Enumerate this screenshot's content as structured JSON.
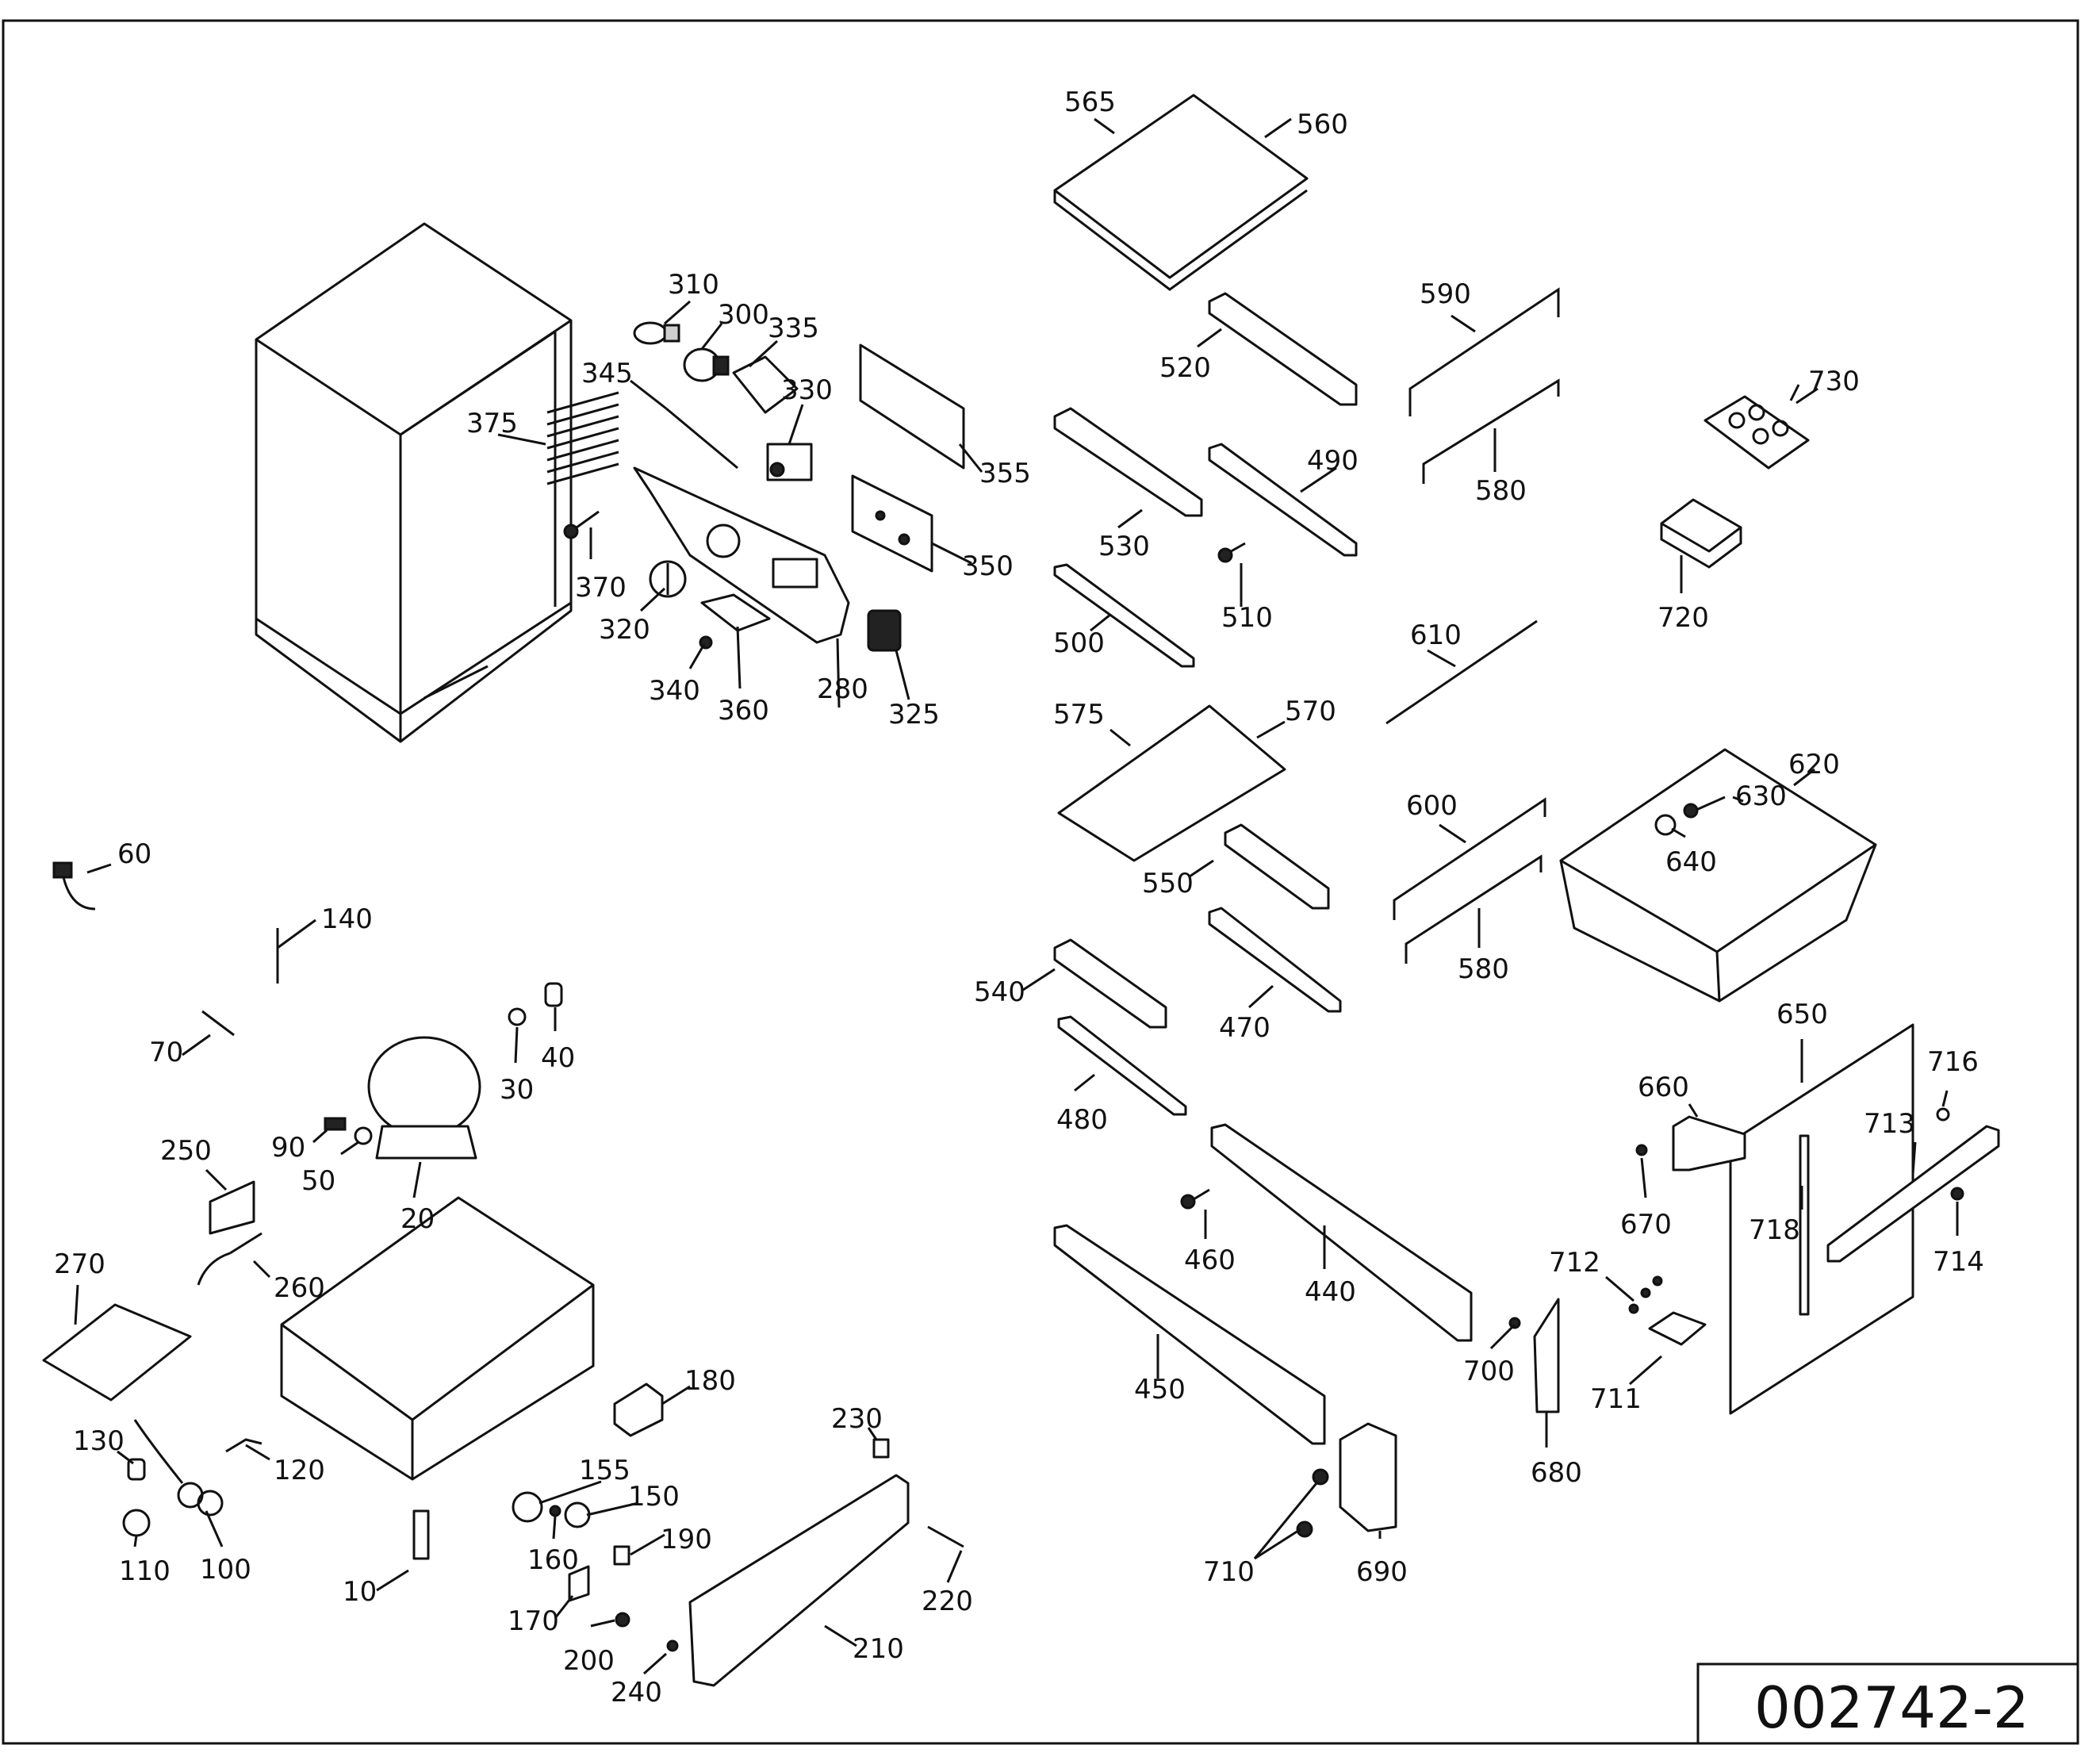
{
  "drawing_number": "002742-2",
  "labels": {
    "l10": "10",
    "l20": "20",
    "l30": "30",
    "l40": "40",
    "l50": "50",
    "l60": "60",
    "l70": "70",
    "l90": "90",
    "l100": "100",
    "l110": "110",
    "l120": "120",
    "l130": "130",
    "l140": "140",
    "l150": "150",
    "l155": "155",
    "l160": "160",
    "l170": "170",
    "l180": "180",
    "l190": "190",
    "l200": "200",
    "l210": "210",
    "l220": "220",
    "l230": "230",
    "l240": "240",
    "l250": "250",
    "l260": "260",
    "l270": "270",
    "l280": "280",
    "l300": "300",
    "l310": "310",
    "l320": "320",
    "l325": "325",
    "l330": "330",
    "l335": "335",
    "l340": "340",
    "l345": "345",
    "l350": "350",
    "l355": "355",
    "l360": "360",
    "l370": "370",
    "l375": "375",
    "l440": "440",
    "l450": "450",
    "l460": "460",
    "l470": "470",
    "l480": "480",
    "l490": "490",
    "l500": "500",
    "l510": "510",
    "l520": "520",
    "l530": "530",
    "l540": "540",
    "l550": "550",
    "l560": "560",
    "l565": "565",
    "l570": "570",
    "l575": "575",
    "l580a": "580",
    "l580b": "580",
    "l590": "590",
    "l600": "600",
    "l610": "610",
    "l620": "620",
    "l630": "630",
    "l640": "640",
    "l650": "650",
    "l660": "660",
    "l670": "670",
    "l680": "680",
    "l690": "690",
    "l700": "700",
    "l710": "710",
    "l711": "711",
    "l712": "712",
    "l713": "713",
    "l714": "714",
    "l716": "716",
    "l718": "718",
    "l720": "720",
    "l730": "730"
  }
}
